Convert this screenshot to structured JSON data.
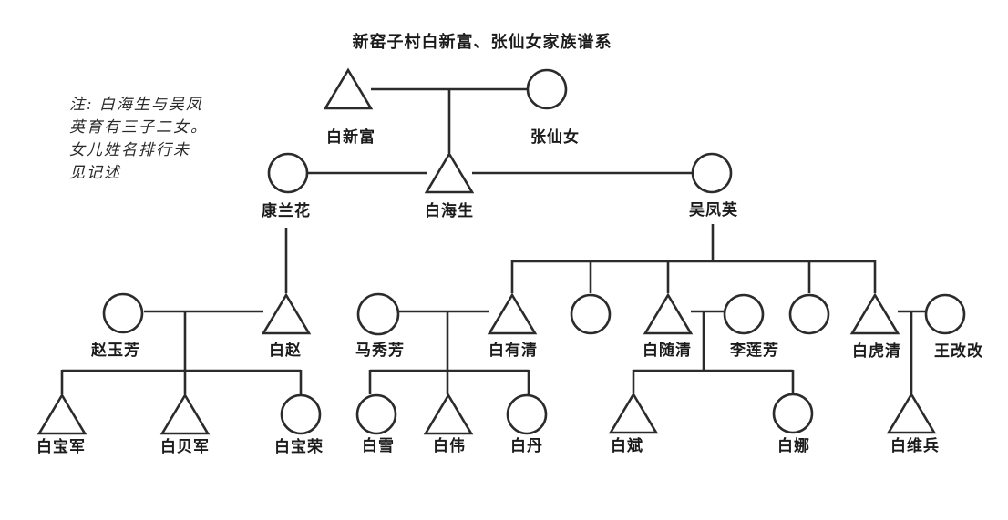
{
  "title": "新窑子村白新富、张仙女家族谱系",
  "note": {
    "lines": [
      "注: 白海生与吴凤",
      "英育有三子二女。",
      "女儿姓名排行未",
      "见记述"
    ]
  },
  "people": {
    "bai_xinfu": "白新富",
    "zhang_xiannv": "张仙女",
    "kang_lanhua": "康兰花",
    "bai_haisheng": "白海生",
    "wu_fengying": "吴凤英",
    "zhao_yufang": "赵玉芳",
    "bai_zhao": "白赵",
    "ma_xiufang": "马秀芳",
    "bai_youqing": "白有清",
    "bai_suiqing": "白随清",
    "li_lianfang": "李莲芳",
    "bai_huqing": "白虎清",
    "wang_gaigai": "王改改",
    "bai_baojun": "白宝军",
    "bai_beijun": "白贝军",
    "bai_baorong": "白宝荣",
    "bai_xue": "白雪",
    "bai_wei": "白伟",
    "bai_dan": "白丹",
    "bai_bin": "白斌",
    "bai_na": "白娜",
    "bai_weibing": "白维兵"
  },
  "relations": [
    {
      "couple": [
        "bai_xinfu",
        "zhang_xiannv"
      ],
      "children": [
        "bai_haisheng"
      ]
    },
    {
      "couple": [
        "kang_lanhua",
        "bai_haisheng"
      ],
      "children": [
        "bai_zhao"
      ]
    },
    {
      "couple": [
        "bai_haisheng",
        "wu_fengying"
      ],
      "children": [
        "bai_youqing",
        null,
        "bai_suiqing",
        null,
        "bai_huqing"
      ]
    },
    {
      "couple": [
        "zhao_yufang",
        "bai_zhao"
      ],
      "children": [
        "bai_baojun",
        "bai_beijun",
        "bai_baorong"
      ]
    },
    {
      "couple": [
        "ma_xiufang",
        "bai_youqing"
      ],
      "children": [
        "bai_xue",
        "bai_wei",
        "bai_dan"
      ]
    },
    {
      "couple": [
        "bai_suiqing",
        "li_lianfang"
      ],
      "children": [
        "bai_bin",
        "bai_na"
      ]
    },
    {
      "couple": [
        "bai_huqing",
        "wang_gaigai"
      ],
      "children": [
        "bai_weibing"
      ]
    }
  ]
}
